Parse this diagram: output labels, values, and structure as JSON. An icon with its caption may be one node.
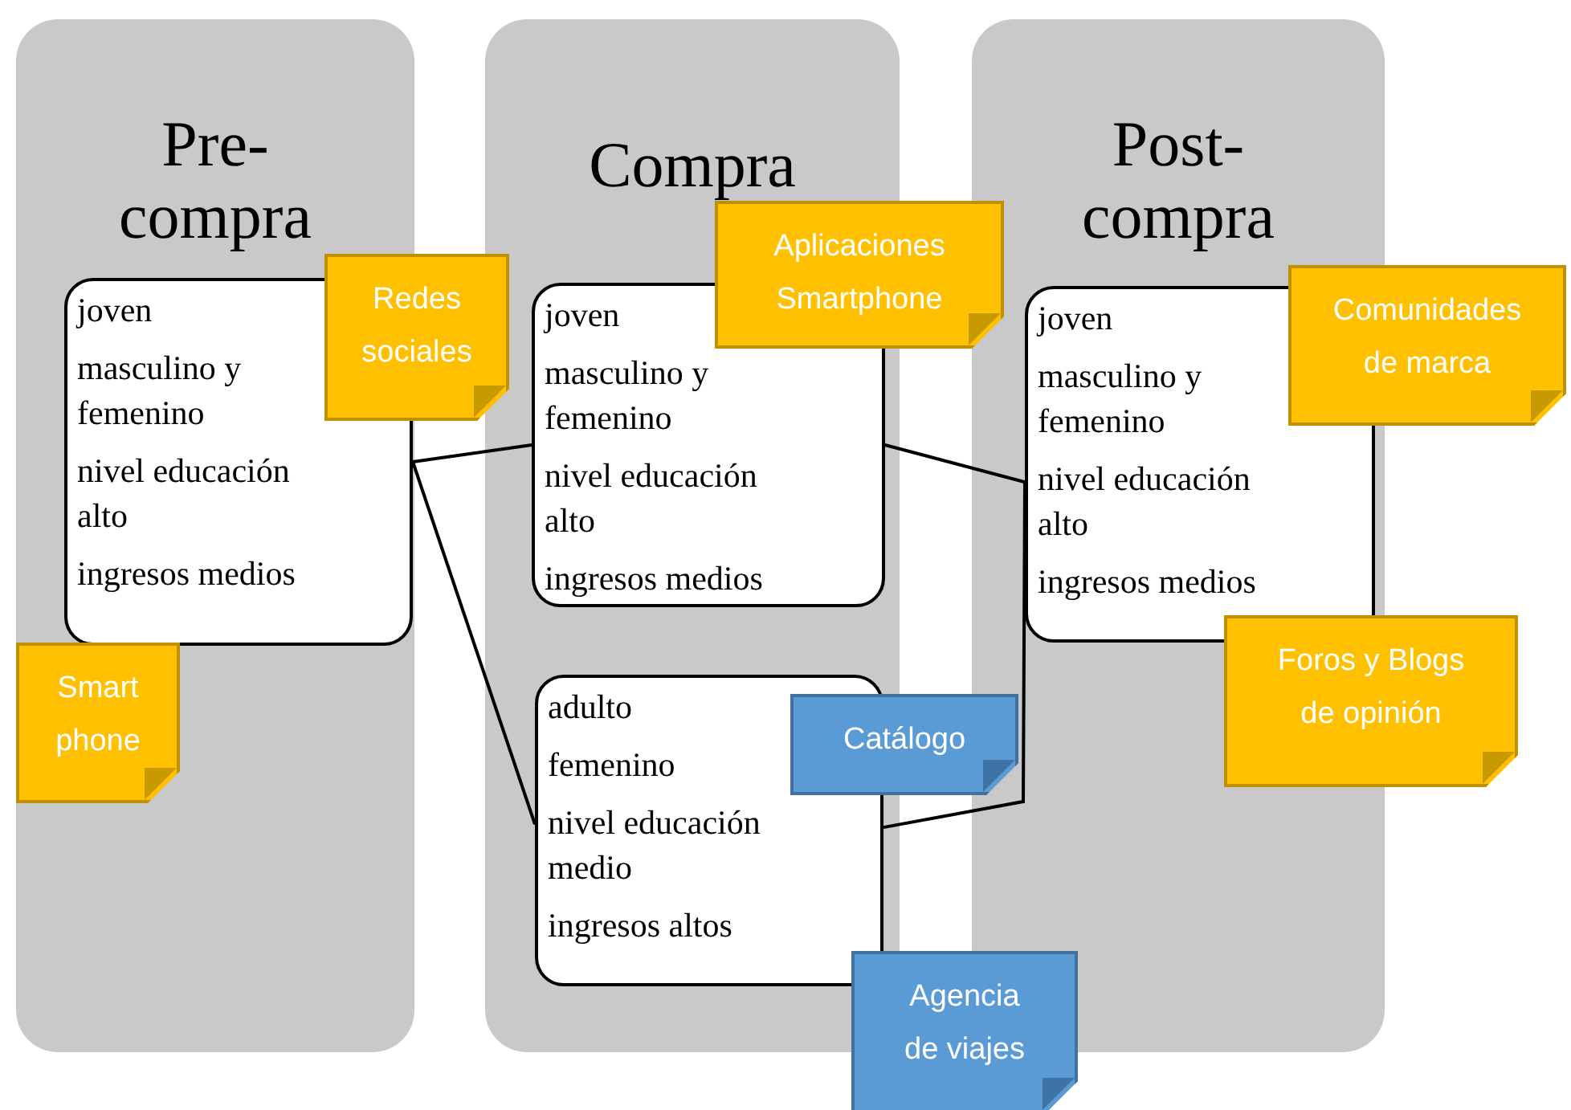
{
  "diagram": {
    "nodes": [
      {
        "text": [
          "Pre- compra"
        ]
      },
      {
        "text": [
          "Compra"
        ]
      },
      {
        "text": [
          "Post- compra"
        ]
      },
      {
        "text": [
          "joven",
          "masculino y femenino",
          "nivel educación alto",
          "ingresos medios"
        ],
        "in": 0
      },
      {
        "text": [
          "joven",
          "masculino y femenino",
          "nivel educación alto",
          "ingresos medios"
        ],
        "in": 1
      },
      {
        "text": [
          "adulto",
          "femenino",
          "nivel educación medio",
          "ingresos altos"
        ],
        "in": 1
      },
      {
        "text": [
          "joven",
          "masculino y femenino",
          "nivel educación alto",
          "ingresos medios"
        ],
        "in": 2
      },
      {
        "text": [
          "Redes sociales"
        ]
      },
      {
        "text": [
          "Aplicaciones Smartphone"
        ]
      },
      {
        "text": [
          "Comunidades de marca"
        ]
      },
      {
        "text": [
          "Smart phone"
        ],
        "in": 0
      },
      {
        "text": [
          "Foros y Blogs de opinión"
        ]
      },
      {
        "text": [
          "Catálogo"
        ]
      },
      {
        "text": [
          "Agencia de viajes"
        ]
      }
    ],
    "edges": [
      {
        "from": 3,
        "to": 4,
        "arrow": "none"
      },
      {
        "from": 3,
        "to": 5,
        "arrow": "none"
      },
      {
        "from": 4,
        "to": 6,
        "arrow": "none"
      },
      {
        "from": 5,
        "to": 6,
        "arrow": "none"
      }
    ]
  }
}
